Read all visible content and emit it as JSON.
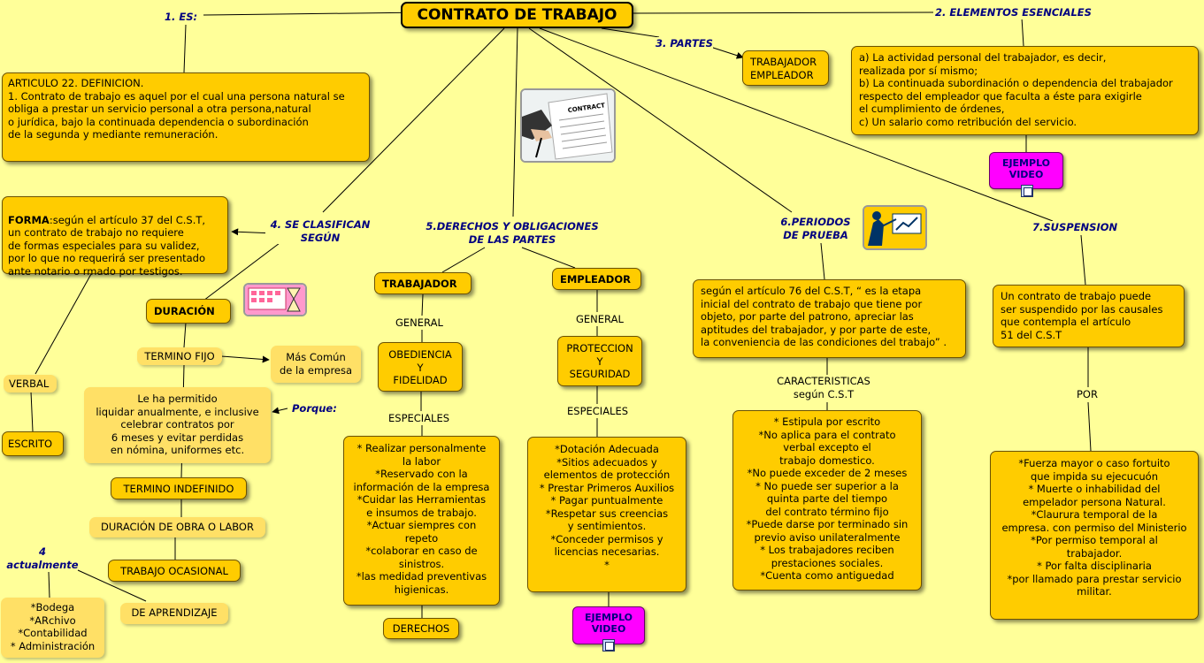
{
  "title": "CONTRATO DE TRABAJO",
  "labels": {
    "es": "1. ES:",
    "elementos": "2. ELEMENTOS ESENCIALES",
    "partes": "3. PARTES",
    "clasifican": "4. SE CLASIFICAN\nSEGÚN",
    "derechos_oblig": "5.DERECHOS Y OBLIGACIONES\nDE LAS PARTES",
    "periodos": "6.PERIODOS\nDE PRUEBA",
    "suspension": "7.SUSPENSION",
    "porque": "Porque:",
    "actualmente": "4\nactualmente",
    "general_trab": "GENERAL",
    "especiales_trab": "ESPECIALES",
    "general_emp": "GENERAL",
    "especiales_emp": "ESPECIALES",
    "caracteristicas": "CARACTERISTICAS\nsegún C.S.T",
    "por": "POR",
    "contract_img": "CONTRACT"
  },
  "boxes": {
    "definicion": "ARTICULO 22. DEFINICION.\n1. Contrato de trabajo es aquel por el cual una persona natural se\n obliga a prestar un servicio personal a otra persona,natural\no jurídica, bajo la continuada dependencia o subordinación\nde la segunda y mediante remuneración.",
    "partes_list": "TRABAJADOR\nEMPLEADOR",
    "elementos_text": "a) La actividad personal del trabajador, es decir,\nrealizada por sí mismo;\nb) La continuada subordinación o dependencia del trabajador\nrespecto del empleador que faculta  a éste para exigirle\nel cumplimiento de órdenes,\nc) Un salario como retribución del servicio.",
    "forma_bold": "FORMA",
    "forma_rest": ":según el artículo 37 del C.S.T,\nun contrato de trabajo  no requiere\n de formas especiales para su validez,\n por lo que no requerirá ser presentado\nante notario o rmado por testigos.",
    "verbal": "VERBAL",
    "escrito": "ESCRITO",
    "duracion": "DURACIÓN",
    "termino_fijo": "TERMINO FIJO",
    "mas_comun": "Más Común\nde la empresa",
    "le_ha_permitido": "Le ha permitido\nliquidar anualmente, e inclusive\ncelebrar contratos por\n6 meses y evitar perdidas\nen nómina, uniformes etc.",
    "termino_indefinido": "TERMINO INDEFINIDO",
    "duracion_obra": "DURACIÓN DE OBRA O LABOR",
    "trabajo_ocasional": "TRABAJO OCASIONAL",
    "de_aprendizaje": "DE APRENDIZAJE",
    "areas": "*Bodega\n*ARchivo\n*Contabilidad\n* Administración",
    "trabajador": "TRABAJADOR",
    "empleador": "EMPLEADOR",
    "obediencia": "OBEDIENCIA\nY\nFIDELIDAD",
    "proteccion": "PROTECCION\nY\nSEGURIDAD",
    "especiales_trab_list": "* Realizar personalmente\nla labor\n*Reservado con la\ninformación de la empresa\n*Cuidar las Herramientas\ne insumos de trabajo.\n*Actuar siempres con\nrepeto\n*colaborar en caso de\nsinistros.\n*las medidad preventivas\nhigienicas.",
    "especiales_emp_list": "*Dotación Adecuada\n*Sitios adecuados y\nelementos de protección\n* Prestar Primeros Auxilios\n* Pagar puntualmente\n*Respetar sus creencias\ny sentimientos.\n*Conceder permisos y\nlicencias necesarias.\n*",
    "derechos": "DERECHOS",
    "periodo_text": "según el artículo 76 del C.S.T,   “ es la etapa\ninicial del contrato de trabajo que tiene por\n objeto, por parte del patrono, apreciar  las\naptitudes del trabajador, y por parte de  este,\nla conveniencia de las condiciones  del trabajo” .",
    "caracteristicas_list": "* Estipula por escrito\n*No aplica para el contrato\nverbal excepto el\ntrabajo domestico.\n*No puede exceder de 2 meses\n* No puede ser superior a la\nquinta parte del tiempo\ndel contrato término fijo\n*Puede darse por terminado sin\nprevio aviso unilateralmente\n* Los trabajadores reciben\nprestaciones sociales.\n*Cuenta como antiguedad",
    "suspension_text": "Un contrato de trabajo puede\nser suspendido  por las causales\nque contempla el artículo\n   51 del C.S.T",
    "causales": "*Fuerza mayor o caso fortuito\nque impida su ejecucuón\n* Muerte o inhabilidad del\nempelador persona Natural.\n*Claurura temporal de la\nempresa. con permiso del Ministerio\n*Por permiso temporal al\ntrabajador.\n* Por falta disciplinaria\n*por llamado para prestar servicio\nmilitar.",
    "video1": "EJEMPLO\nVIDEO",
    "video2": "EJEMPLO\nVIDEO"
  },
  "icons": [
    "contract-image",
    "calendar-hourglass-image",
    "trainer-presentation-image",
    "video-file-icon"
  ]
}
